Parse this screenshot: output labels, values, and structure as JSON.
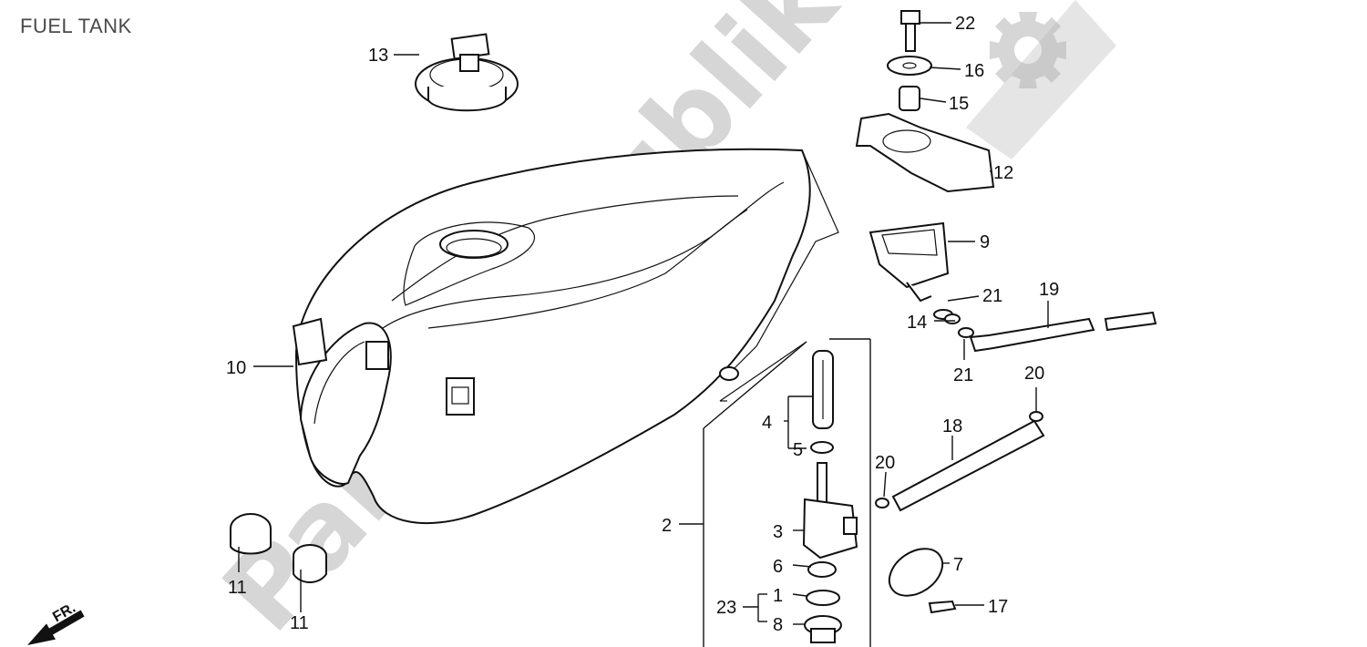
{
  "title": "FUEL TANK",
  "watermark": {
    "text": "PartsRepublik",
    "color": "#b5b5b5"
  },
  "front_marker": "FR.",
  "callouts": [
    "13",
    "22",
    "16",
    "15",
    "12",
    "9",
    "21",
    "19",
    "14",
    "21",
    "20",
    "18",
    "20",
    "10",
    "4",
    "5",
    "3",
    "2",
    "6",
    "1",
    "23",
    "8",
    "7",
    "17",
    "11",
    "11"
  ]
}
